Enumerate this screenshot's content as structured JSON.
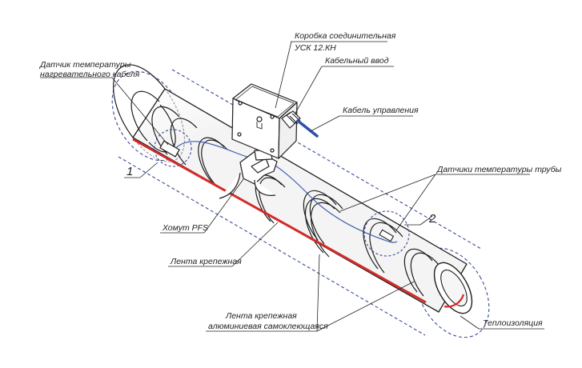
{
  "colors": {
    "heating_cable": "#d42a2a",
    "sensor_wire": "#3b5cae",
    "control_cable": "#2f4fa8",
    "insulation_outline": "#3a4a9a",
    "detail_circle": "#3a4a9a",
    "leader": "#222222"
  },
  "labels": {
    "junction_box_line1": "Коробка соединительная",
    "junction_box_line2": "УСК 12.КН",
    "cable_gland": "Кабельный ввод",
    "control_cable": "Кабель управления",
    "cable_sensor_line1": "Датчик температуры",
    "cable_sensor_line2": "нагревательного кабеля",
    "detail_1": "1",
    "detail_2": "2",
    "pipe_sensors": "Датчики температуры трубы",
    "clamp_pfs": "Хомут PFS",
    "fixing_tape": "Лента крепежная",
    "alu_tape_line1": "Лента крепежная",
    "alu_tape_line2": "алюминиевая самоклеющаяся",
    "insulation": "Теплоизоляция"
  },
  "icons": {
    "junction_box": "junction-box-icon",
    "cable_gland": "cable-gland-icon",
    "pfs_clamp": "pipe-clamp-icon"
  }
}
